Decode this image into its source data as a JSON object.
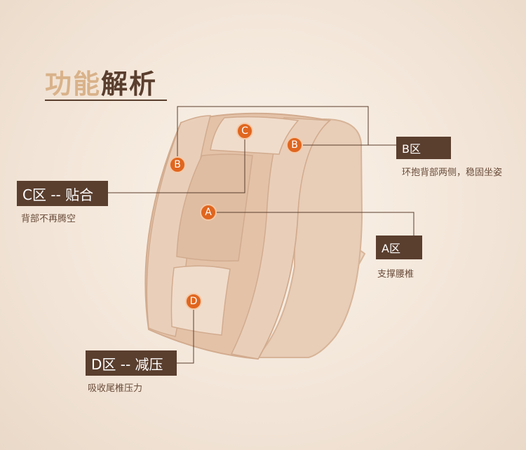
{
  "title": {
    "part1": "功能",
    "part2": "解析"
  },
  "zones": {
    "c": {
      "marker": "C",
      "label": "C区 -- 贴合",
      "desc": "背部不再腾空"
    },
    "b": {
      "marker": "B",
      "label": "B区",
      "desc": "环抱背部两侧，稳固坐姿"
    },
    "a": {
      "marker": "A",
      "label": "A区",
      "desc": "支撑腰椎"
    },
    "d": {
      "marker": "D",
      "label": "D区 -- 减压",
      "desc": "吸收尾椎压力"
    }
  },
  "colors": {
    "marker": "#e0661f",
    "label_bg": "#5a3e2e",
    "cushion": "#e3c2a8",
    "title_light": "#d9b28a",
    "title_dark": "#5a3e2e"
  }
}
